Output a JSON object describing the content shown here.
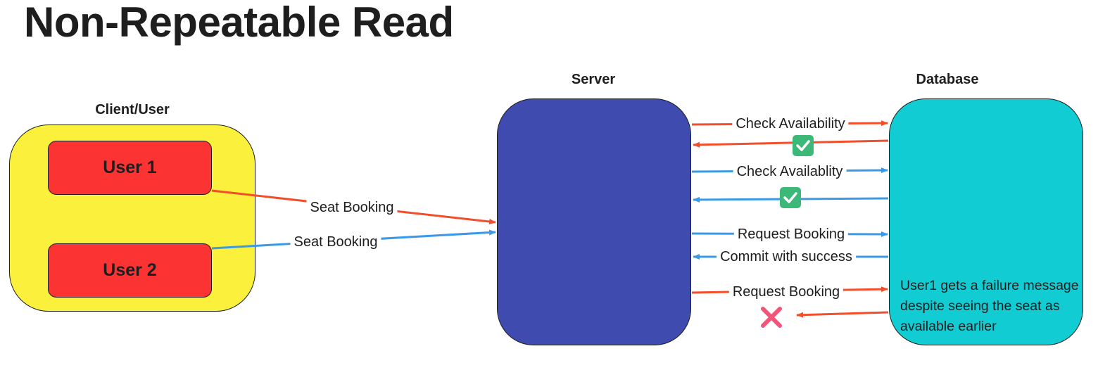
{
  "title": "Non-Repeatable Read",
  "columns": {
    "client": "Client/User",
    "server": "Server",
    "database": "Database"
  },
  "users": [
    {
      "label": "User 1"
    },
    {
      "label": "User 2"
    }
  ],
  "arrows": {
    "user1_seat_booking": "Seat Booking",
    "user2_seat_booking": "Seat Booking",
    "check_availability": "Check Availability",
    "check_availablity": "Check Availablity",
    "request_booking_blue": "Request Booking",
    "commit_success": "Commit with success",
    "request_booking_red": "Request Booking"
  },
  "database_note": "User1 gets a failure message despite seeing the seat as available earlier",
  "colors": {
    "red_arrow": "#f24e2a",
    "blue_arrow": "#3a9ae8",
    "client_bg": "#fbf13c",
    "user_bg": "#fb3333",
    "server_bg": "#3f4bae",
    "database_bg": "#12ccd4",
    "check_icon": "#3cb878",
    "cross_icon": "#f2557a"
  }
}
